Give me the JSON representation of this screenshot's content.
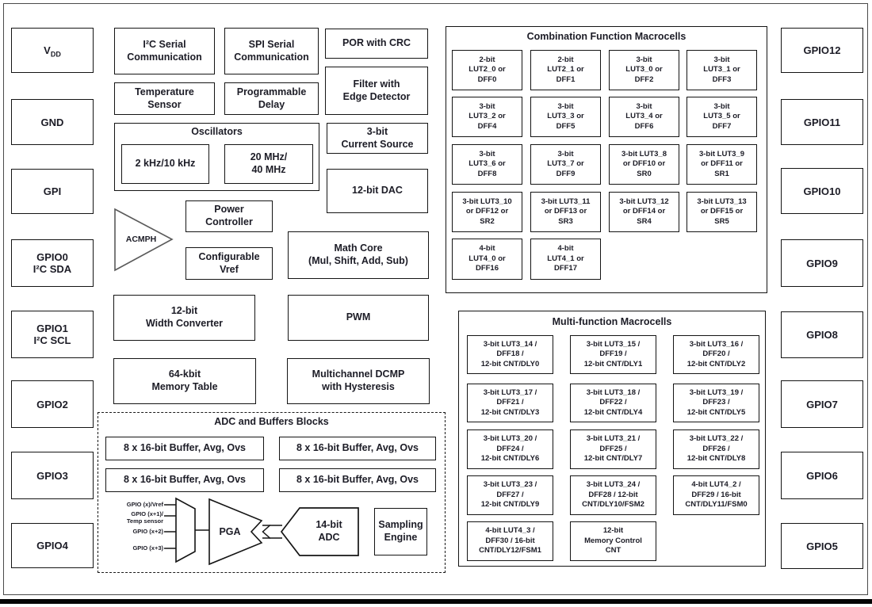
{
  "colors": {
    "text": "#1c1c26",
    "box_border": "#141414",
    "frame": "#4a4a4a",
    "background": "#ffffff",
    "bottom_rule": "#050505"
  },
  "pins": {
    "vdd": {
      "main": "V",
      "sub": "DD"
    },
    "left": [
      "GND",
      "GPI",
      "GPIO0\nI²C SDA",
      "GPIO1\nI²C SCL",
      "GPIO2",
      "GPIO3",
      "GPIO4"
    ],
    "right": [
      "GPIO12",
      "GPIO11",
      "GPIO10",
      "GPIO9",
      "GPIO8",
      "GPIO7",
      "GPIO6",
      "GPIO5"
    ]
  },
  "blocks": {
    "i2c": "I²C Serial\nCommunication",
    "spi": "SPI Serial\nCommunication",
    "por": "POR with CRC",
    "temp_sensor": "Temperature\nSensor",
    "prog_delay": "Programmable\nDelay",
    "filter": "Filter with\nEdge Detector",
    "current_source": "3-bit\nCurrent Source",
    "dac": "12-bit DAC",
    "power_controller": "Power\nController",
    "vref": "Configurable\nVref",
    "math_core": "Math Core\n(Mul, Shift, Add, Sub)",
    "width_converter": "12-bit\nWidth Converter",
    "pwm": "PWM",
    "memory_table": "64-kbit\nMemory Table",
    "dcmp": "Multichannel DCMP\nwith Hysteresis",
    "acmph": "ACMPH"
  },
  "oscillators": {
    "title": "Oscillators",
    "osc_low": "2 kHz/10 kHz",
    "osc_high": "20 MHz/\n40 MHz"
  },
  "combo": {
    "title": "Combination Function Macrocells",
    "cells": [
      "2-bit\nLUT2_0 or\nDFF0",
      "2-bit\nLUT2_1 or\nDFF1",
      "3-bit\nLUT3_0 or\nDFF2",
      "3-bit\nLUT3_1 or\nDFF3",
      "3-bit\nLUT3_2 or\nDFF4",
      "3-bit\nLUT3_3 or\nDFF5",
      "3-bit\nLUT3_4 or\nDFF6",
      "3-bit\nLUT3_5 or\nDFF7",
      "3-bit\nLUT3_6 or\nDFF8",
      "3-bit\nLUT3_7 or\nDFF9",
      "3-bit LUT3_8\nor DFF10 or\nSR0",
      "3-bit LUT3_9\nor DFF11 or\nSR1",
      "3-bit LUT3_10\nor DFF12 or\nSR2",
      "3-bit LUT3_11\nor DFF13 or\nSR3",
      "3-bit LUT3_12\nor DFF14 or\nSR4",
      "3-bit LUT3_13\nor DFF15 or\nSR5",
      "4-bit\nLUT4_0 or\nDFF16",
      "4-bit\nLUT4_1 or\nDFF17"
    ]
  },
  "multi": {
    "title": "Multi-function Macrocells",
    "cells": [
      "3-bit LUT3_14 /\nDFF18 /\n12-bit CNT/DLY0",
      "3-bit LUT3_15 /\nDFF19 /\n12-bit CNT/DLY1",
      "3-bit LUT3_16 /\nDFF20 /\n12-bit CNT/DLY2",
      "3-bit LUT3_17 /\nDFF21 /\n12-bit CNT/DLY3",
      "3-bit LUT3_18 /\nDFF22 /\n12-bit CNT/DLY4",
      "3-bit LUT3_19 /\nDFF23 /\n12-bit CNT/DLY5",
      "3-bit LUT3_20 /\nDFF24 /\n12-bit CNT/DLY6",
      "3-bit LUT3_21 /\nDFF25 /\n12-bit CNT/DLY7",
      "3-bit LUT3_22 /\nDFF26 /\n12-bit CNT/DLY8",
      "3-bit LUT3_23 /\nDFF27 /\n12-bit CNT/DLY9",
      "3-bit LUT3_24 /\nDFF28 / 12-bit\nCNT/DLY10/FSM2",
      "4-bit LUT4_2 /\nDFF29 / 16-bit\nCNT/DLY11/FSM0",
      "4-bit LUT4_3 /\nDFF30 / 16-bit\nCNT/DLY12/FSM1",
      "12-bit\nMemory Control\nCNT"
    ]
  },
  "adc_section": {
    "title": "ADC and Buffers Blocks",
    "buffers": [
      "8 x 16-bit Buffer, Avg, Ovs",
      "8 x 16-bit Buffer, Avg, Ovs",
      "8 x 16-bit Buffer, Avg, Ovs",
      "8 x 16-bit Buffer, Avg, Ovs"
    ],
    "mux_inputs": [
      "GPIO (x)/Vref",
      "GPIO (x+1)/\nTemp sensor",
      "GPIO (x+2)",
      "GPIO (x+3)"
    ],
    "pga": "PGA",
    "adc": "14-bit\nADC",
    "sampling": "Sampling\nEngine"
  }
}
